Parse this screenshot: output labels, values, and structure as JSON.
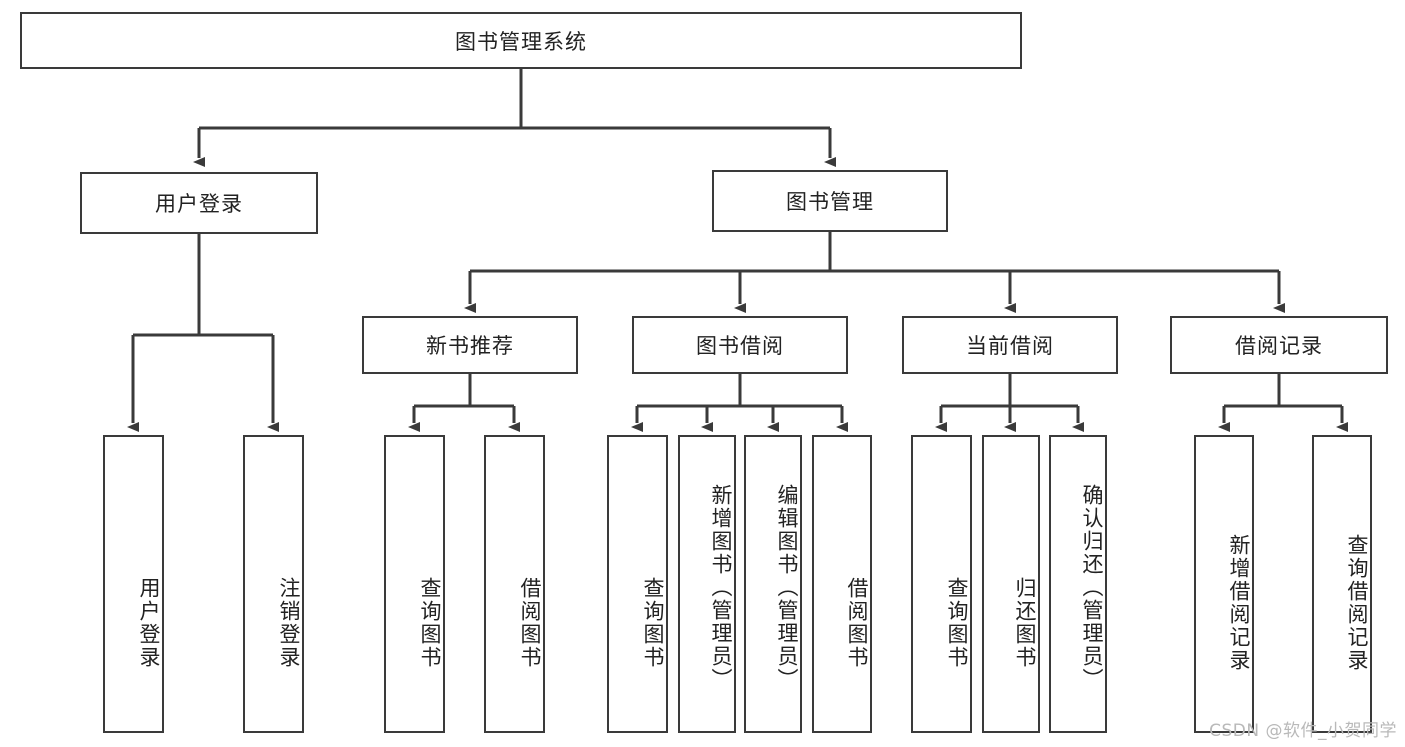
{
  "diagram": {
    "title": "图书管理系统",
    "type": "tree",
    "root": {
      "label": "图书管理系统"
    },
    "level1": [
      {
        "id": "user-login",
        "label": "用户登录"
      },
      {
        "id": "book-management",
        "label": "图书管理"
      }
    ],
    "level2": [
      {
        "id": "new-book-recommend",
        "label": "新书推荐",
        "parent": "book-management"
      },
      {
        "id": "book-borrow",
        "label": "图书借阅",
        "parent": "book-management"
      },
      {
        "id": "current-borrow",
        "label": "当前借阅",
        "parent": "book-management"
      },
      {
        "id": "borrow-record",
        "label": "借阅记录",
        "parent": "book-management"
      }
    ],
    "leaves": [
      {
        "id": "leaf-user-login",
        "label": "用户登录",
        "parent": "user-login"
      },
      {
        "id": "leaf-logout-login",
        "label": "注销登录",
        "parent": "user-login"
      },
      {
        "id": "leaf-query-book-1",
        "label": "查询图书",
        "parent": "new-book-recommend"
      },
      {
        "id": "leaf-borrow-book-1",
        "label": "借阅图书",
        "parent": "new-book-recommend"
      },
      {
        "id": "leaf-query-book-2",
        "label": "查询图书",
        "parent": "book-borrow"
      },
      {
        "id": "leaf-add-book",
        "label": "新增图书（管理员）",
        "parent": "book-borrow"
      },
      {
        "id": "leaf-edit-book",
        "label": "编辑图书（管理员）",
        "parent": "book-borrow"
      },
      {
        "id": "leaf-borrow-book-2",
        "label": "借阅图书",
        "parent": "book-borrow"
      },
      {
        "id": "leaf-query-book-3",
        "label": "查询图书",
        "parent": "current-borrow"
      },
      {
        "id": "leaf-return-book",
        "label": "归还图书",
        "parent": "current-borrow"
      },
      {
        "id": "leaf-confirm-return",
        "label": "确认归还（管理员）",
        "parent": "current-borrow"
      },
      {
        "id": "leaf-add-record",
        "label": "新增借阅记录",
        "parent": "borrow-record"
      },
      {
        "id": "leaf-query-record",
        "label": "查询借阅记录",
        "parent": "borrow-record"
      }
    ],
    "colors": {
      "line": "#3a3a3a",
      "box_border": "#3a3a3a",
      "box_fill": "#ffffff",
      "text": "#222222",
      "watermark": "#b9b9b9"
    }
  },
  "watermark": {
    "text": "CSDN @软件_小贺同学"
  }
}
